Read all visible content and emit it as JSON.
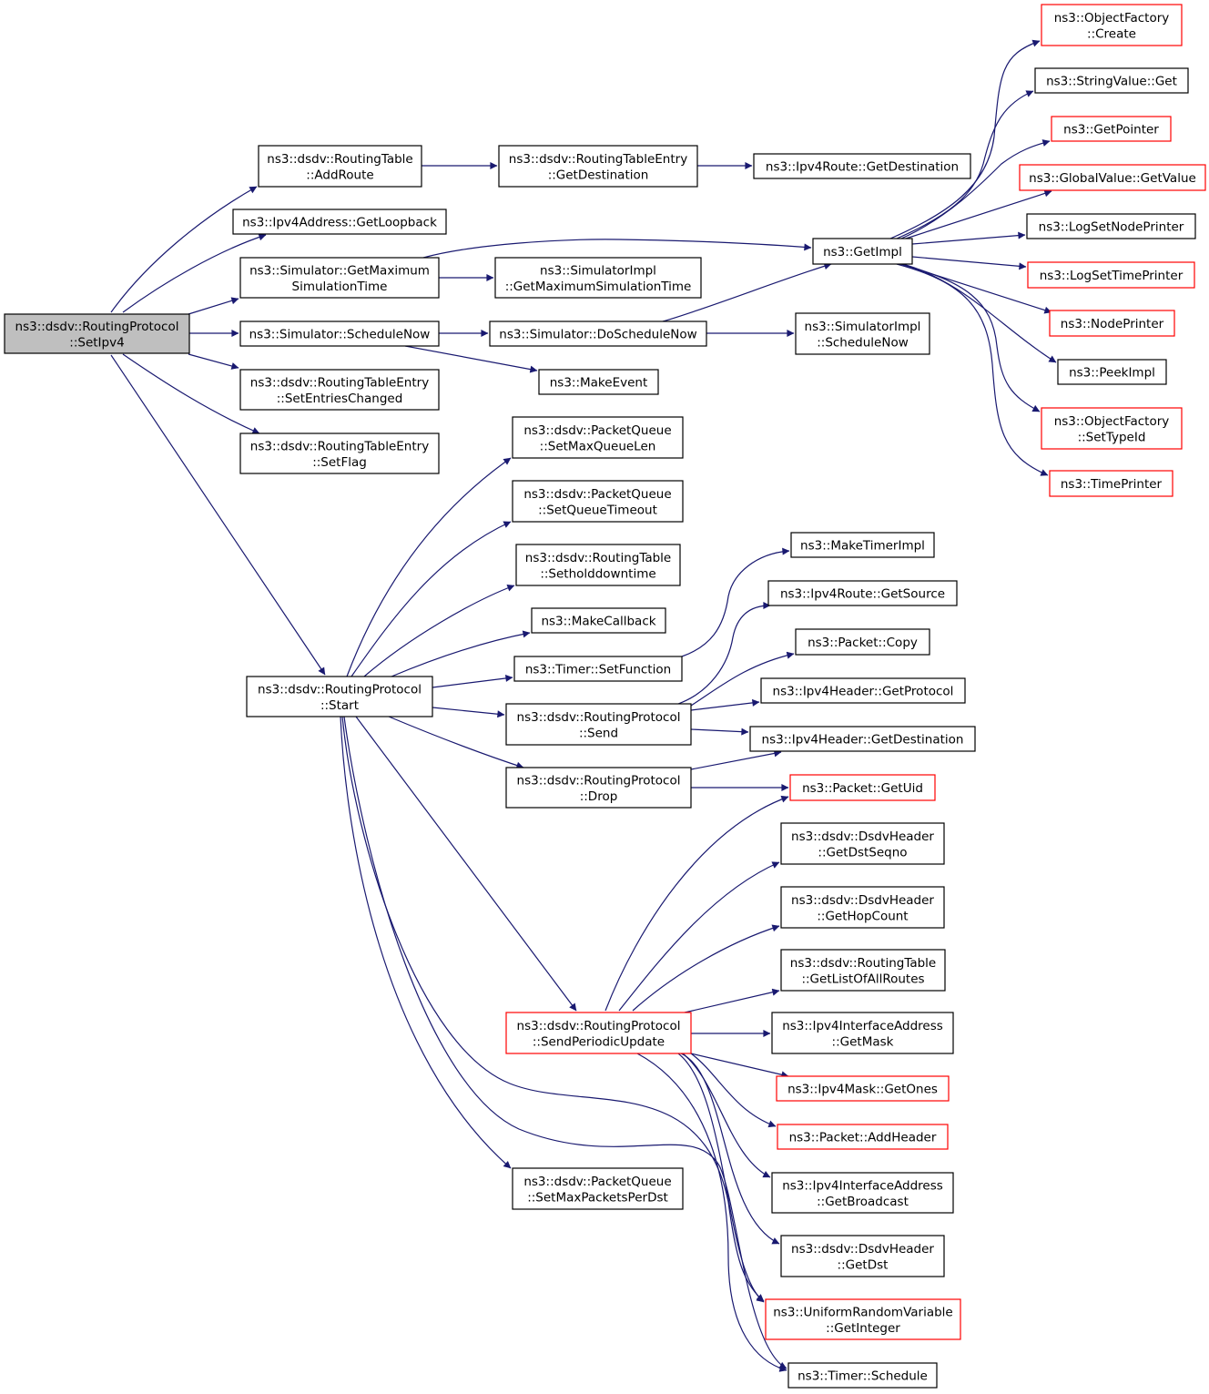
{
  "colors": {
    "edge": "#191970",
    "node_border": "#000000",
    "node_border_incomplete": "#ff0000",
    "root_fill": "#bfbfbf",
    "node_fill": "#ffffff"
  },
  "nodes": {
    "setipv4": {
      "lines": [
        "ns3::dsdv::RoutingProtocol",
        "::SetIpv4"
      ],
      "root": true
    },
    "addroute": {
      "lines": [
        "ns3::dsdv::RoutingTable",
        "::AddRoute"
      ]
    },
    "rte_getdest": {
      "lines": [
        "ns3::dsdv::RoutingTableEntry",
        "::GetDestination"
      ]
    },
    "ipv4route_getdest": {
      "lines": [
        "ns3::Ipv4Route::GetDestination"
      ]
    },
    "getloopback": {
      "lines": [
        "ns3::Ipv4Address::GetLoopback"
      ]
    },
    "getmaxsimtime": {
      "lines": [
        "ns3::Simulator::GetMaximum",
        "SimulationTime"
      ]
    },
    "simimpl_getmax": {
      "lines": [
        "ns3::SimulatorImpl",
        "::GetMaximumSimulationTime"
      ]
    },
    "schedulenow": {
      "lines": [
        "ns3::Simulator::ScheduleNow"
      ]
    },
    "doschedulenow": {
      "lines": [
        "ns3::Simulator::DoScheduleNow"
      ]
    },
    "simimpl_schednow": {
      "lines": [
        "ns3::SimulatorImpl",
        "::ScheduleNow"
      ]
    },
    "makeevent": {
      "lines": [
        "ns3::MakeEvent"
      ]
    },
    "setentrieschanged": {
      "lines": [
        "ns3::dsdv::RoutingTableEntry",
        "::SetEntriesChanged"
      ]
    },
    "setflag": {
      "lines": [
        "ns3::dsdv::RoutingTableEntry",
        "::SetFlag"
      ]
    },
    "getimpl": {
      "lines": [
        "ns3::GetImpl"
      ]
    },
    "of_create": {
      "lines": [
        "ns3::ObjectFactory",
        "::Create"
      ],
      "incomplete": true
    },
    "stringvalue_get": {
      "lines": [
        "ns3::StringValue::Get"
      ]
    },
    "getpointer": {
      "lines": [
        "ns3::GetPointer"
      ],
      "incomplete": true
    },
    "globalvalue_get": {
      "lines": [
        "ns3::GlobalValue::GetValue"
      ],
      "incomplete": true
    },
    "logsetnodeprinter": {
      "lines": [
        "ns3::LogSetNodePrinter"
      ]
    },
    "logsettimeprinter": {
      "lines": [
        "ns3::LogSetTimePrinter"
      ],
      "incomplete": true
    },
    "nodeprinter": {
      "lines": [
        "ns3::NodePrinter"
      ],
      "incomplete": true
    },
    "peekimpl": {
      "lines": [
        "ns3::PeekImpl"
      ]
    },
    "of_settypeid": {
      "lines": [
        "ns3::ObjectFactory",
        "::SetTypeId"
      ],
      "incomplete": true
    },
    "timeprinter": {
      "lines": [
        "ns3::TimePrinter"
      ],
      "incomplete": true
    },
    "start": {
      "lines": [
        "ns3::dsdv::RoutingProtocol",
        "::Start"
      ]
    },
    "pq_setmaxqlen": {
      "lines": [
        "ns3::dsdv::PacketQueue",
        "::SetMaxQueueLen"
      ]
    },
    "pq_setqtimeout": {
      "lines": [
        "ns3::dsdv::PacketQueue",
        "::SetQueueTimeout"
      ]
    },
    "rt_setholddown": {
      "lines": [
        "ns3::dsdv::RoutingTable",
        "::Setholddowntime"
      ]
    },
    "makecallback": {
      "lines": [
        "ns3::MakeCallback"
      ]
    },
    "timer_setfunction": {
      "lines": [
        "ns3::Timer::SetFunction"
      ]
    },
    "rp_send": {
      "lines": [
        "ns3::dsdv::RoutingProtocol",
        "::Send"
      ]
    },
    "rp_drop": {
      "lines": [
        "ns3::dsdv::RoutingProtocol",
        "::Drop"
      ]
    },
    "maketimerimpl": {
      "lines": [
        "ns3::MakeTimerImpl"
      ]
    },
    "ipv4route_getsource": {
      "lines": [
        "ns3::Ipv4Route::GetSource"
      ]
    },
    "packet_copy": {
      "lines": [
        "ns3::Packet::Copy"
      ]
    },
    "ipv4hdr_getprotocol": {
      "lines": [
        "ns3::Ipv4Header::GetProtocol"
      ]
    },
    "ipv4hdr_getdest": {
      "lines": [
        "ns3::Ipv4Header::GetDestination"
      ]
    },
    "packet_getuid": {
      "lines": [
        "ns3::Packet::GetUid"
      ],
      "incomplete": true
    },
    "dsdvhdr_getdstseqno": {
      "lines": [
        "ns3::dsdv::DsdvHeader",
        "::GetDstSeqno"
      ]
    },
    "dsdvhdr_gethopcount": {
      "lines": [
        "ns3::dsdv::DsdvHeader",
        "::GetHopCount"
      ]
    },
    "rt_getlistofallroutes": {
      "lines": [
        "ns3::dsdv::RoutingTable",
        "::GetListOfAllRoutes"
      ]
    },
    "rp_sendperiodic": {
      "lines": [
        "ns3::dsdv::RoutingProtocol",
        "::SendPeriodicUpdate"
      ],
      "incomplete": true
    },
    "iia_getmask": {
      "lines": [
        "ns3::Ipv4InterfaceAddress",
        "::GetMask"
      ]
    },
    "ipv4mask_getones": {
      "lines": [
        "ns3::Ipv4Mask::GetOnes"
      ],
      "incomplete": true
    },
    "packet_addheader": {
      "lines": [
        "ns3::Packet::AddHeader"
      ],
      "incomplete": true
    },
    "iia_getbroadcast": {
      "lines": [
        "ns3::Ipv4InterfaceAddress",
        "::GetBroadcast"
      ]
    },
    "dsdvhdr_getdst": {
      "lines": [
        "ns3::dsdv::DsdvHeader",
        "::GetDst"
      ]
    },
    "pq_setmaxpackets": {
      "lines": [
        "ns3::dsdv::PacketQueue",
        "::SetMaxPacketsPerDst"
      ]
    },
    "urv_getinteger": {
      "lines": [
        "ns3::UniformRandomVariable",
        "::GetInteger"
      ],
      "incomplete": true
    },
    "timer_schedule": {
      "lines": [
        "ns3::Timer::Schedule"
      ]
    }
  },
  "edges": [
    [
      "setipv4",
      "addroute"
    ],
    [
      "setipv4",
      "getloopback"
    ],
    [
      "setipv4",
      "getmaxsimtime"
    ],
    [
      "setipv4",
      "schedulenow"
    ],
    [
      "setipv4",
      "setentrieschanged"
    ],
    [
      "setipv4",
      "setflag"
    ],
    [
      "setipv4",
      "start"
    ],
    [
      "addroute",
      "rte_getdest"
    ],
    [
      "rte_getdest",
      "ipv4route_getdest"
    ],
    [
      "getmaxsimtime",
      "getimpl"
    ],
    [
      "getmaxsimtime",
      "simimpl_getmax"
    ],
    [
      "schedulenow",
      "doschedulenow"
    ],
    [
      "schedulenow",
      "makeevent"
    ],
    [
      "doschedulenow",
      "getimpl"
    ],
    [
      "doschedulenow",
      "simimpl_schednow"
    ],
    [
      "getimpl",
      "of_create"
    ],
    [
      "getimpl",
      "stringvalue_get"
    ],
    [
      "getimpl",
      "getpointer"
    ],
    [
      "getimpl",
      "globalvalue_get"
    ],
    [
      "getimpl",
      "logsetnodeprinter"
    ],
    [
      "getimpl",
      "logsettimeprinter"
    ],
    [
      "getimpl",
      "nodeprinter"
    ],
    [
      "getimpl",
      "peekimpl"
    ],
    [
      "getimpl",
      "of_settypeid"
    ],
    [
      "getimpl",
      "timeprinter"
    ],
    [
      "start",
      "pq_setmaxqlen"
    ],
    [
      "start",
      "pq_setqtimeout"
    ],
    [
      "start",
      "rt_setholddown"
    ],
    [
      "start",
      "makecallback"
    ],
    [
      "start",
      "timer_setfunction"
    ],
    [
      "start",
      "rp_send"
    ],
    [
      "start",
      "rp_drop"
    ],
    [
      "start",
      "rp_sendperiodic"
    ],
    [
      "start",
      "pq_setmaxpackets"
    ],
    [
      "start",
      "urv_getinteger"
    ],
    [
      "start",
      "timer_schedule"
    ],
    [
      "timer_setfunction",
      "maketimerimpl"
    ],
    [
      "rp_send",
      "ipv4route_getsource"
    ],
    [
      "rp_send",
      "packet_copy"
    ],
    [
      "rp_send",
      "ipv4hdr_getprotocol"
    ],
    [
      "rp_send",
      "ipv4hdr_getdest"
    ],
    [
      "rp_drop",
      "ipv4hdr_getdest"
    ],
    [
      "rp_drop",
      "packet_getuid"
    ],
    [
      "rp_sendperiodic",
      "packet_getuid"
    ],
    [
      "rp_sendperiodic",
      "dsdvhdr_getdstseqno"
    ],
    [
      "rp_sendperiodic",
      "dsdvhdr_gethopcount"
    ],
    [
      "rp_sendperiodic",
      "rt_getlistofallroutes"
    ],
    [
      "rp_sendperiodic",
      "iia_getmask"
    ],
    [
      "rp_sendperiodic",
      "ipv4mask_getones"
    ],
    [
      "rp_sendperiodic",
      "packet_addheader"
    ],
    [
      "rp_sendperiodic",
      "iia_getbroadcast"
    ],
    [
      "rp_sendperiodic",
      "dsdvhdr_getdst"
    ],
    [
      "rp_sendperiodic",
      "urv_getinteger"
    ],
    [
      "rp_sendperiodic",
      "timer_schedule"
    ]
  ]
}
